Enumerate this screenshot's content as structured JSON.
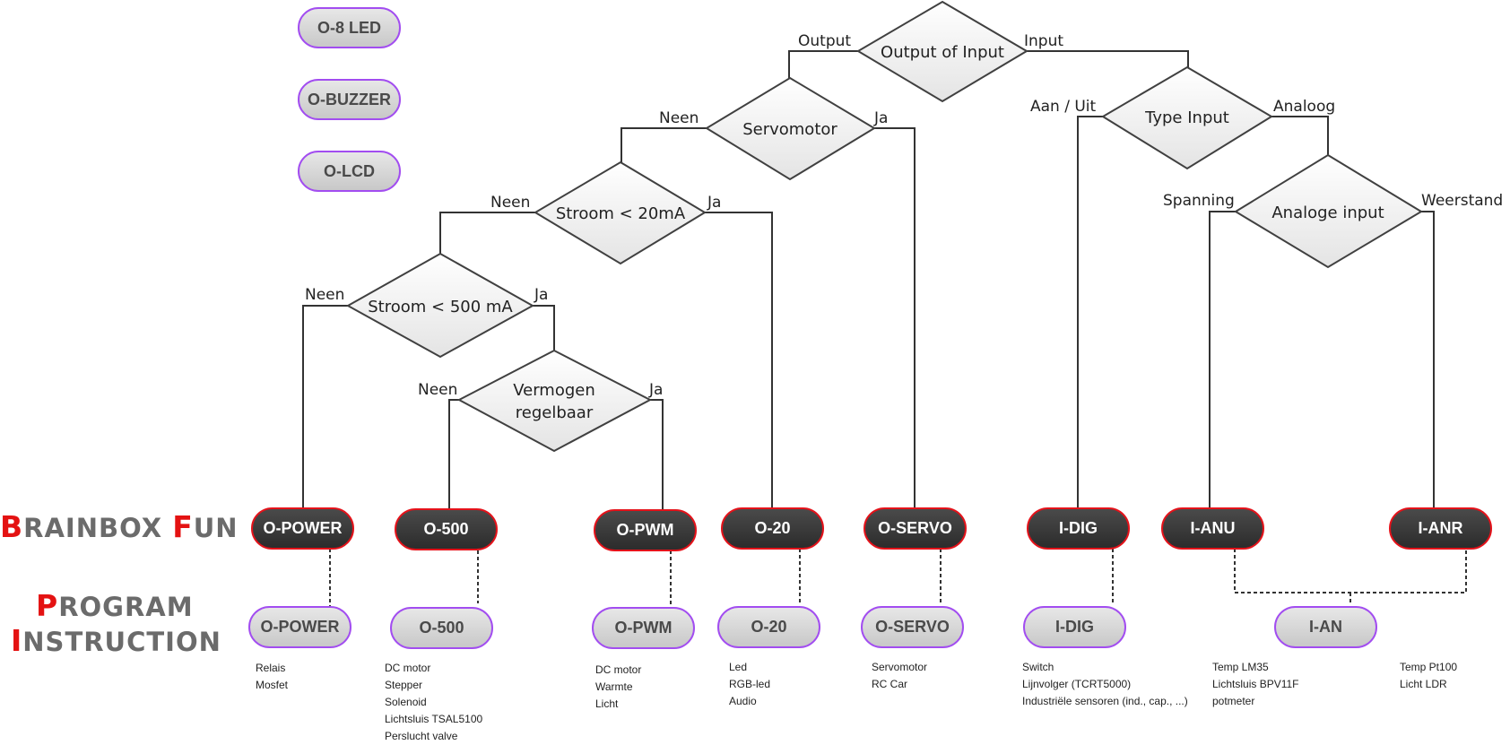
{
  "labels": {
    "brainbox": {
      "first": "B",
      "rest": "RAINBOX",
      "first2": "F",
      "rest2": "UN"
    },
    "program": {
      "first": "P",
      "rest": "ROGRAM"
    },
    "instruction": {
      "first": "I",
      "rest": "NSTRUCTION"
    }
  },
  "legend": [
    "O-8 LED",
    "O-BUZZER",
    "O-LCD"
  ],
  "decisions": {
    "output_input": "Output of Input",
    "servomotor": "Servomotor",
    "stroom20": "Stroom < 20mA",
    "stroom500": "Stroom < 500 mA",
    "vermogen_1": "Vermogen",
    "vermogen_2": "regelbaar",
    "type_input": "Type Input",
    "analoge_input": "Analoge input"
  },
  "edges": {
    "output": "Output",
    "input": "Input",
    "servo_neen": "Neen",
    "servo_ja": "Ja",
    "s20_neen": "Neen",
    "s20_ja": "Ja",
    "s500_neen": "Neen",
    "s500_ja": "Ja",
    "verm_neen": "Neen",
    "verm_ja": "Ja",
    "aan_uit": "Aan / Uit",
    "analoog": "Analoog",
    "spanning": "Spanning",
    "weerstand": "Weerstand"
  },
  "fun_blocks": [
    "O-POWER",
    "O-500",
    "O-PWM",
    "O-20",
    "O-SERVO",
    "I-DIG",
    "I-ANU",
    "I-ANR"
  ],
  "program_blocks": [
    "O-POWER",
    "O-500",
    "O-PWM",
    "O-20",
    "O-SERVO",
    "I-DIG",
    "I-AN"
  ],
  "notes": {
    "o_power": [
      "Relais",
      "Mosfet"
    ],
    "o_500": [
      "DC motor",
      "Stepper",
      "Solenoid",
      "Lichtsluis TSAL5100",
      "Perslucht valve"
    ],
    "o_pwm": [
      "DC motor",
      "Warmte",
      "Licht"
    ],
    "o_20": [
      "Led",
      "RGB-led",
      "Audio"
    ],
    "o_servo": [
      "Servomotor",
      "RC Car"
    ],
    "i_dig": [
      "Switch",
      "Lijnvolger (TCRT5000)",
      "Industriële sensoren (ind., cap., ...)"
    ],
    "i_anu": [
      "Temp LM35",
      "Lichtsluis BPV11F",
      "potmeter"
    ],
    "i_anr": [
      "Temp Pt100",
      "Licht LDR"
    ]
  },
  "colors": {
    "dark_block": "#2f2f2f",
    "dark_border": "#e4121a",
    "light_block": "#d4d4d4",
    "light_border": "#a24df0",
    "label_grey": "#6b6b6b",
    "label_red": "#e41212"
  }
}
